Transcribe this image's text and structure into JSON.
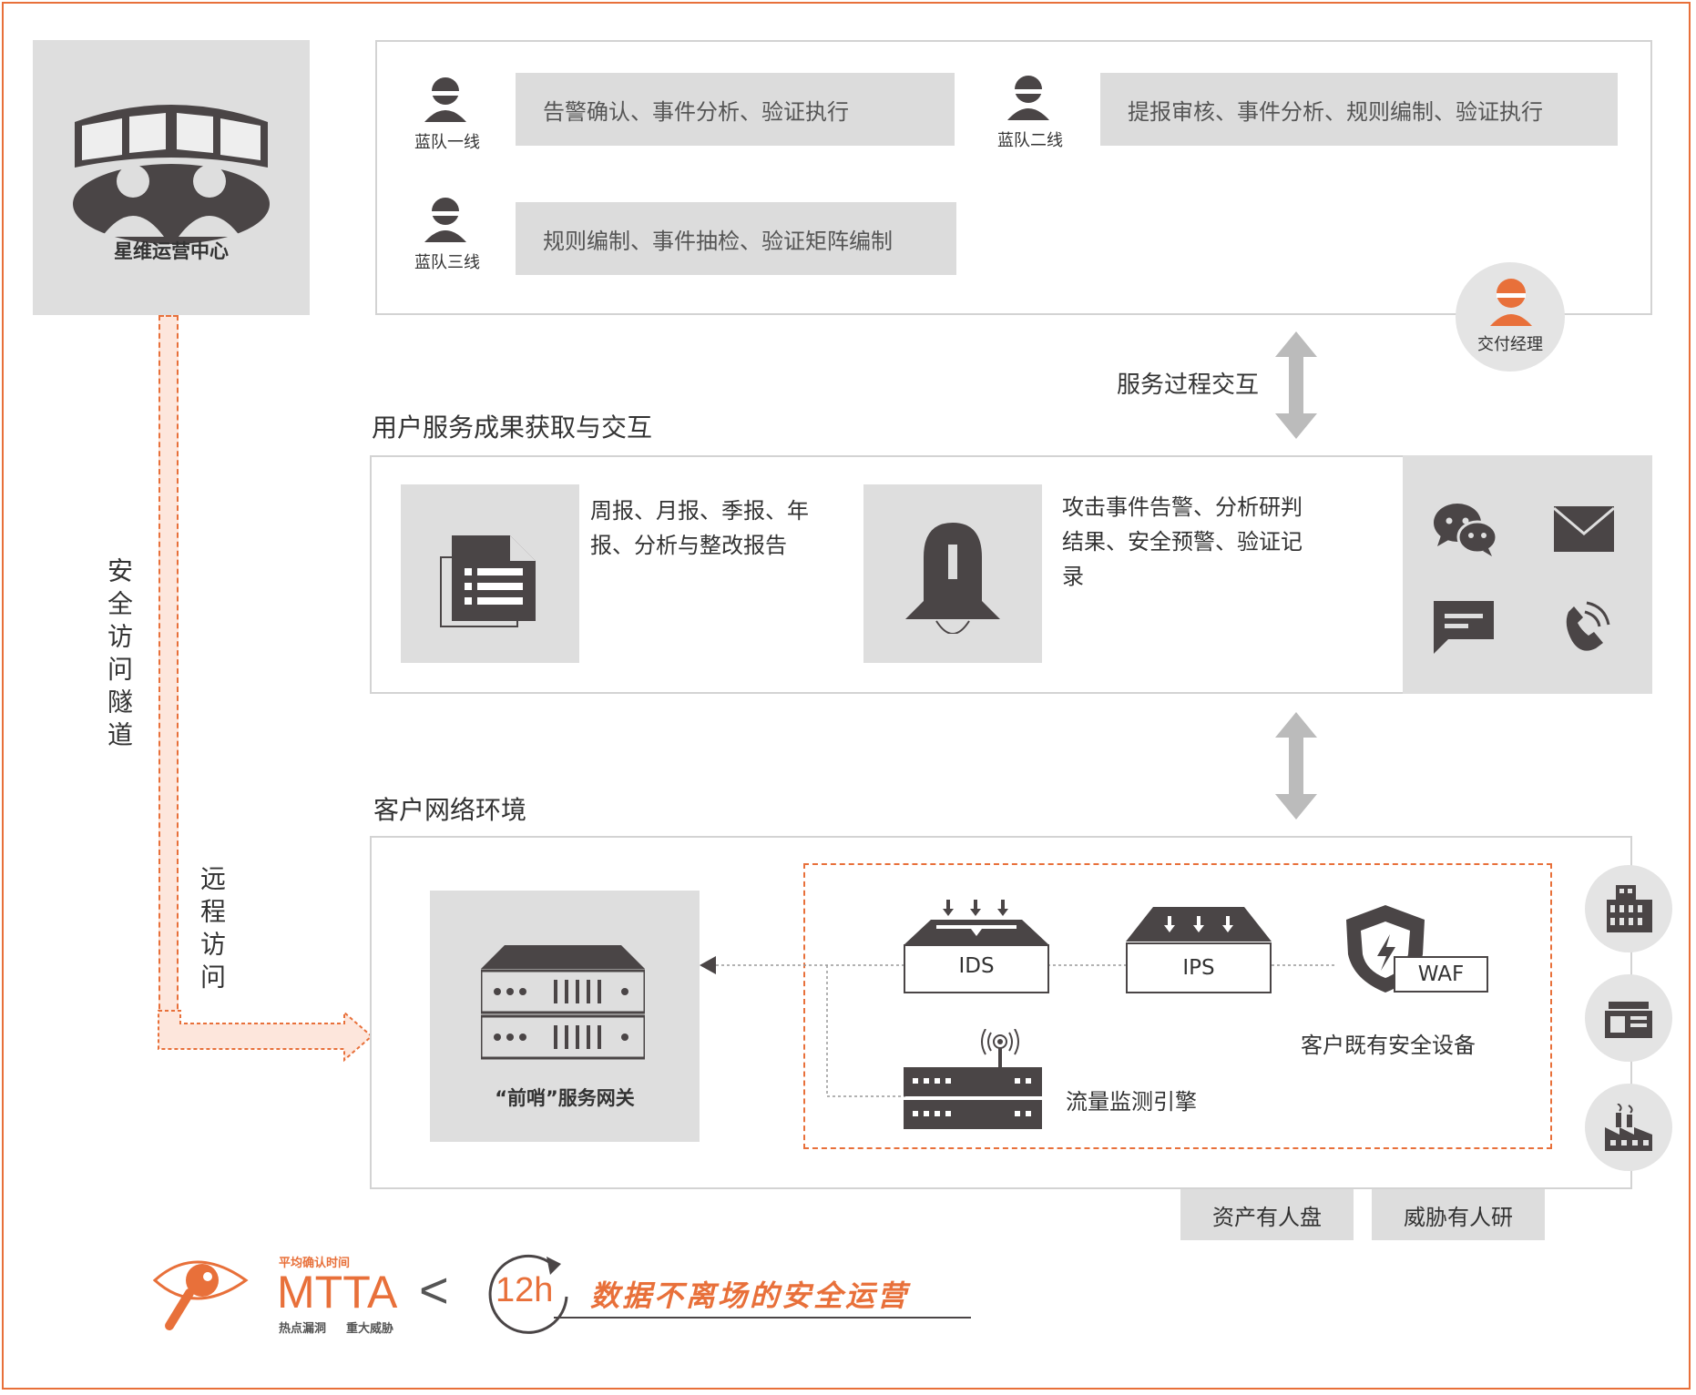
{
  "ops_center": {
    "label": "星维运营中心"
  },
  "teams": [
    {
      "label": "蓝队一线",
      "tasks": "告警确认、事件分析、验证执行"
    },
    {
      "label": "蓝队二线",
      "tasks": "提报审核、事件分析、规则编制、验证执行"
    },
    {
      "label": "蓝队三线",
      "tasks": "规则编制、事件抽检、验证矩阵编制"
    }
  ],
  "delivery_manager": {
    "label": "交付经理"
  },
  "service_interaction": {
    "label": "服务过程交互"
  },
  "user_service": {
    "title": "用户服务成果获取与交互",
    "reports_text": "周报、月报、季报、年报、分析与整改报告",
    "alerts_text": "攻击事件告警、分析研判结果、安全预警、验证记录"
  },
  "tunnel": {
    "label": "安全访问隧道"
  },
  "remote": {
    "label": "远程访问"
  },
  "customer_network": {
    "title": "客户网络环境",
    "gateway_label": "“前哨”服务网关",
    "ids": "IDS",
    "ips": "IPS",
    "waf": "WAF",
    "existing_devices": "客户既有安全设备",
    "traffic_engine": "流量监测引擎"
  },
  "tags": {
    "assets": "资产有人盘",
    "threats": "威胁有人研"
  },
  "footer": {
    "mtta_caption": "平均确认时间",
    "mtta": "MTTA",
    "lt": "<",
    "hours": "12h",
    "sub1": "热点漏洞",
    "sub2": "重大威胁",
    "slogan": "数据不离场的安全运营"
  },
  "colors": {
    "accent": "#e8703a",
    "icon": "#4a4546",
    "panel_gray": "#dedede"
  }
}
